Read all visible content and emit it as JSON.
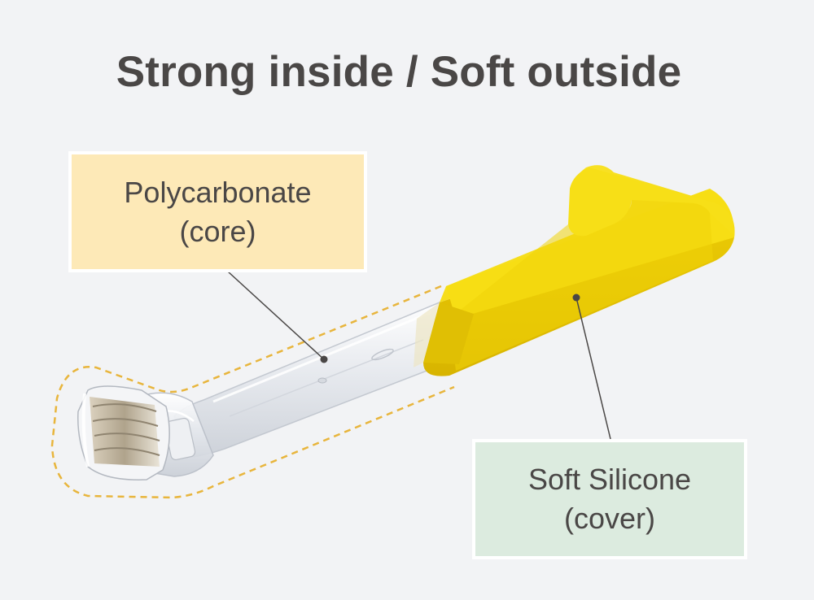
{
  "title": "Strong inside / Soft outside",
  "labels": {
    "core": {
      "line1": "Polycarbonate",
      "line2": "(core)"
    },
    "cover": {
      "line1": "Soft Silicone",
      "line2": "(cover)"
    }
  },
  "colors": {
    "background": "#f2f3f5",
    "title_text": "#4a4746",
    "core_box": "#fde9b7",
    "cover_box": "#dcebdf",
    "silicone": "#f2dc0c",
    "dashed_outline": "#e8b53c"
  }
}
